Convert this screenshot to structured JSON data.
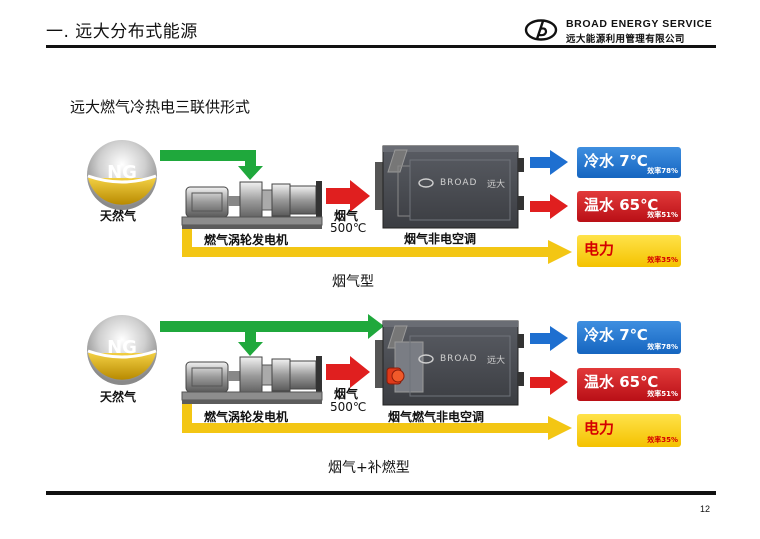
{
  "header": {
    "title": "一. 远大分布式能源",
    "brand_en": "BROAD ENERGY SERVICE",
    "brand_cn": "远大能源利用管理有限公司"
  },
  "section_title": "远大燃气冷热电三联供形式",
  "diagrams": [
    {
      "ng_label": "NG",
      "gas_label": "天然气",
      "generator_label": "燃气涡轮发电机",
      "flue_label": "烟气",
      "flue_temp": "500℃",
      "unit_brand": "BROAD",
      "unit_brand_cn": "远大",
      "chiller_label": "烟气非电空调",
      "outputs": [
        {
          "label": "冷水 7℃",
          "efficiency": "效率78%"
        },
        {
          "label": "温水 65℃",
          "efficiency": "效率51%"
        },
        {
          "label": "电力",
          "efficiency": "效率35%"
        }
      ],
      "caption": "烟气型"
    },
    {
      "ng_label": "NG",
      "gas_label": "天然气",
      "generator_label": "燃气涡轮发电机",
      "flue_label": "烟气",
      "flue_temp": "500℃",
      "unit_brand": "BROAD",
      "unit_brand_cn": "远大",
      "chiller_label": "烟气燃气非电空调",
      "outputs": [
        {
          "label": "冷水 7℃",
          "efficiency": "效率78%"
        },
        {
          "label": "温水 65℃",
          "efficiency": "效率51%"
        },
        {
          "label": "电力",
          "efficiency": "效率35%"
        }
      ],
      "caption": "烟气+补燃型"
    }
  ],
  "page_number": "12",
  "colors": {
    "green_arrow": "#1fa83c",
    "red_arrow": "#e01f1f",
    "blue_arrow": "#1e6fd0",
    "yellow_arrow": "#f3c614",
    "chiller_body": "#4c4f56"
  }
}
